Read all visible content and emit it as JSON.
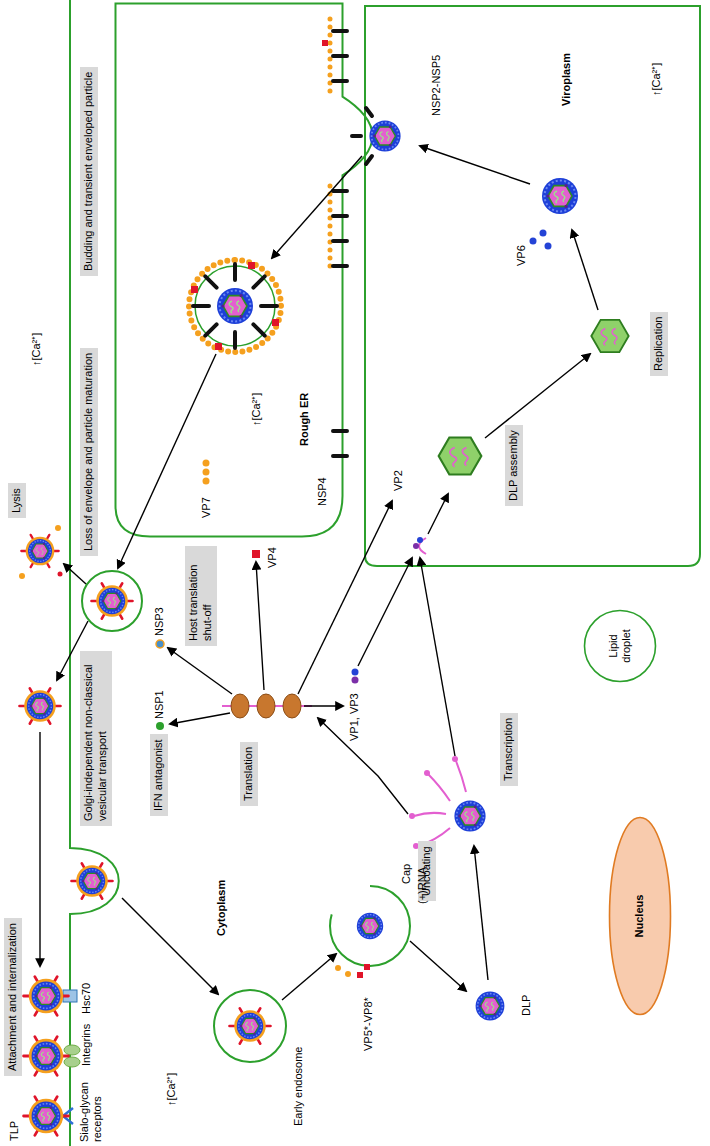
{
  "diagram": {
    "nodes": [
      {
        "text": [
          "Attachment and internalization"
        ]
      },
      {
        "text": [
          "Lysis"
        ]
      },
      {
        "text": [
          "Golgi-independent non-classical vesicular transport"
        ]
      },
      {
        "text": [
          "Loss of envelope and particle maturation"
        ]
      },
      {
        "text": [
          "Budding and transient enveloped particle"
        ]
      },
      {
        "text": [
          "IFN antagonist"
        ]
      },
      {
        "text": [
          "Host translation shut-off"
        ]
      },
      {
        "text": [
          "Translation"
        ]
      },
      {
        "text": [
          "Uncoating"
        ]
      },
      {
        "text": [
          "Transcription"
        ]
      },
      {
        "text": [
          "DLP assembly"
        ]
      },
      {
        "text": [
          "Replication"
        ]
      },
      {
        "text": [
          "Lipid droplet"
        ]
      },
      {
        "text": [
          "Nucleus"
        ]
      }
    ],
    "labels": [
      "TLP",
      "Sialo-glycan receptors",
      "Integrins",
      "Hsc70",
      "Cytoplasm",
      "Early endosome",
      "VP5*-VP8*",
      "DLP",
      "Cap",
      "(+)RNA",
      "NSP1",
      "NSP3",
      "VP1, VP3",
      "VP2",
      "VP4",
      "NSP4",
      "VP7",
      "Rough ER",
      "VP6",
      "Viroplasm",
      "NSP2-NSP5",
      "↑[Ca²⁺]",
      "↑[Ca²⁺]",
      "↑[Ca²⁺]",
      "↑[Ca²⁺]"
    ]
  }
}
